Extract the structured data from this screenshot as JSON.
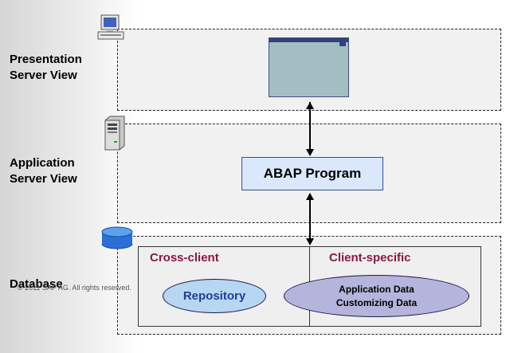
{
  "layers": {
    "presentation": {
      "line1": "Presentation",
      "line2": "Server View"
    },
    "application": {
      "line1": "Application",
      "line2": "Server View"
    },
    "database": {
      "label": "Database"
    }
  },
  "copyright": "© 2011 SAP AG. All rights reserved.",
  "abap_program": "ABAP Program",
  "database_content": {
    "cross_client_title": "Cross-client",
    "client_specific_title": "Client-specific",
    "repository": "Repository",
    "application_data": "Application Data",
    "customizing_data": "Customizing Data"
  },
  "icons": {
    "presentation": "monitor-icon",
    "application": "server-icon",
    "database": "database-cylinder-icon"
  },
  "colors": {
    "section_title": "#8a1a3e",
    "repository_text": "#1f3c9c",
    "abap_fill": "#dbe7fb",
    "repository_fill": "#b7d6f2",
    "appdata_fill": "#b4b4dc",
    "window_body": "#a3bec3",
    "window_titlebar": "#33407a"
  }
}
